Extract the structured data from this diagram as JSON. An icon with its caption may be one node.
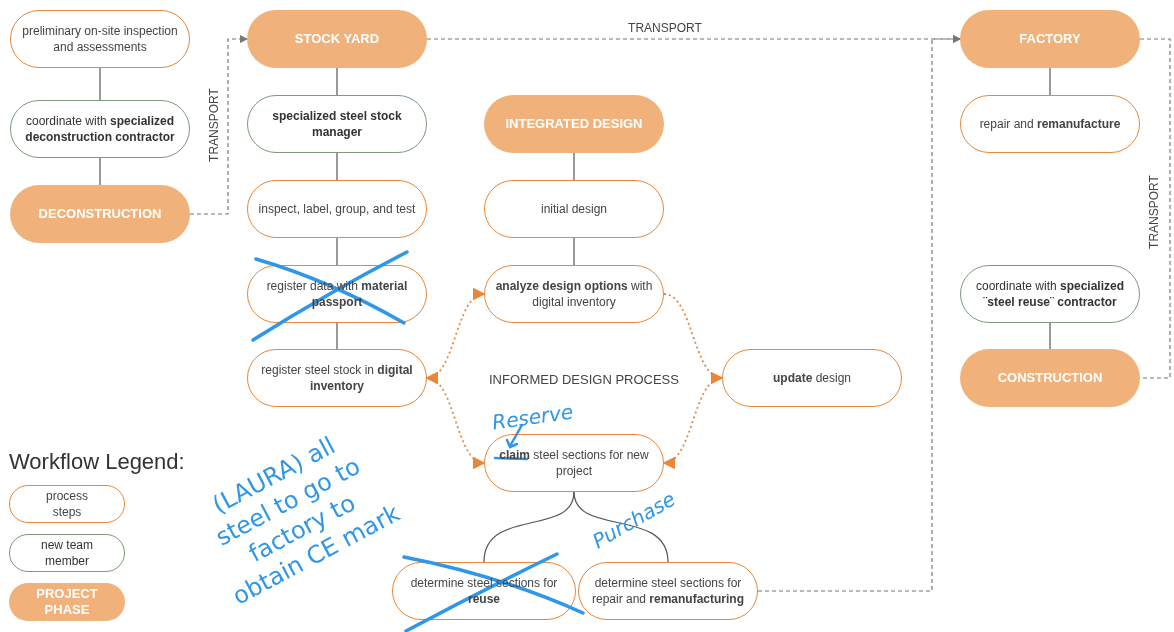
{
  "diagram": {
    "nodes": [
      {
        "text": [
          "preliminary on-site inspection and assessments"
        ]
      },
      {
        "text": [
          "coordinate with **specialized deconstruction contractor**"
        ]
      },
      {
        "text": [
          "DECONSTRUCTION"
        ]
      },
      {
        "text": [
          "STOCK YARD"
        ]
      },
      {
        "text": [
          "specialized steel stock manager"
        ]
      },
      {
        "text": [
          "inspect, label, group, and test"
        ]
      },
      {
        "text": [
          "register data with **material passport**"
        ]
      },
      {
        "text": [
          "register steel stock in **digital inventory**"
        ]
      },
      {
        "text": [
          "INTEGRATED DESIGN"
        ]
      },
      {
        "text": [
          "initial design"
        ]
      },
      {
        "text": [
          "**analyze design options** with digital inventory"
        ]
      },
      {
        "text": [
          "**update** design"
        ]
      },
      {
        "text": [
          "**claim** steel sections for new project"
        ]
      },
      {
        "text": [
          "determine steel sections for **reuse**"
        ]
      },
      {
        "text": [
          "determine steel sections for repair and **remanufacturing**"
        ]
      },
      {
        "text": [
          "FACTORY"
        ]
      },
      {
        "text": [
          "repair and **remanufacture**"
        ]
      },
      {
        "text": [
          "coordinate with **specialized ¨steel reuse¨ contractor**"
        ]
      },
      {
        "text": [
          "CONSTRUCTION"
        ]
      }
    ],
    "edges": [
      {
        "from": 0,
        "to": 1,
        "arrow": "none"
      },
      {
        "from": 1,
        "to": 2,
        "arrow": "none"
      },
      {
        "from": 3,
        "to": 4,
        "arrow": "none"
      },
      {
        "from": 4,
        "to": 5,
        "arrow": "none"
      },
      {
        "from": 5,
        "to": 6,
        "arrow": "none"
      },
      {
        "from": 6,
        "to": 7,
        "arrow": "none"
      },
      {
        "from": 8,
        "to": 9,
        "arrow": "none"
      },
      {
        "from": 9,
        "to": 10,
        "arrow": "none"
      },
      {
        "from": 15,
        "to": 16,
        "arrow": "none"
      },
      {
        "from": 17,
        "to": 18,
        "arrow": "none"
      },
      {
        "from": 12,
        "to": 13,
        "arrow": "none"
      },
      {
        "from": 12,
        "to": 14,
        "arrow": "none"
      },
      {
        "from": 2,
        "to": 3,
        "arrow": "to",
        "label": "TRANSPORT",
        "style": "dashed"
      },
      {
        "from": 3,
        "to": 15,
        "arrow": "to",
        "label": "TRANSPORT",
        "style": "dashed"
      },
      {
        "from": 14,
        "to": 15,
        "arrow": "to",
        "style": "dashed"
      },
      {
        "from": 15,
        "to": 18,
        "arrow": "none",
        "label": "TRANSPORT",
        "style": "dashed"
      },
      {
        "from": 7,
        "to": 10,
        "arrow": "both",
        "style": "dashed",
        "color": "#e8873a"
      },
      {
        "from": 7,
        "to": 12,
        "arrow": "both",
        "style": "dashed",
        "color": "#e8873a"
      },
      {
        "from": 10,
        "to": 11,
        "arrow": "to",
        "style": "dashed",
        "color": "#e8873a"
      },
      {
        "from": 11,
        "to": 12,
        "arrow": "to",
        "style": "dashed",
        "color": "#e8873a"
      }
    ],
    "labels": [
      "INFORMED DESIGN PROCESS",
      "Workflow Legend:",
      "Reserve",
      "(LAURA) all steel to go to factory to obtain CE mark",
      "Purchase"
    ],
    "legend": [
      {
        "text": "process steps"
      },
      {
        "text": "new team member"
      },
      {
        "text": "PROJECT PHASE"
      }
    ]
  }
}
